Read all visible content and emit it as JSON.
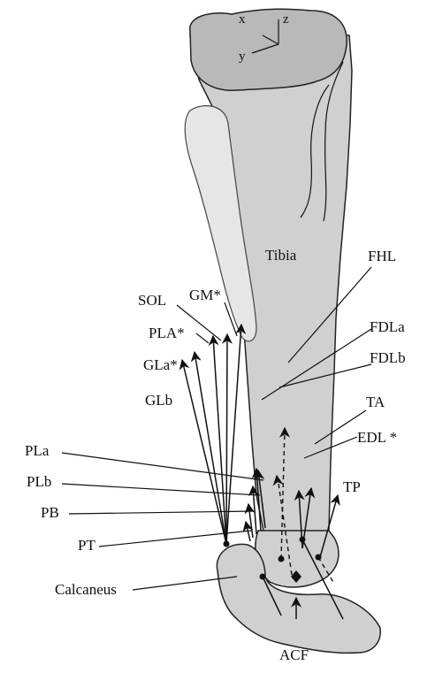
{
  "axes": {
    "x": "x",
    "y": "y",
    "z": "z"
  },
  "bones": {
    "tibia": "Tibia",
    "calcaneus": "Calcaneus"
  },
  "muscles": {
    "SOL": "SOL",
    "GM": "GM*",
    "PLA": "PLA*",
    "GLa": "GLa*",
    "GLb": "GLb",
    "PLa": "PLa",
    "PLb": "PLb",
    "PB": "PB",
    "PT": "PT",
    "FHL": "FHL",
    "FDLa": "FDLa",
    "FDLb": "FDLb",
    "TA": "TA",
    "EDL": "EDL *",
    "TP": "TP",
    "ACF": "ACF"
  },
  "colors": {
    "bone": "#d0d0d0",
    "bone_top": "#b9b9b9",
    "bone_light": "#e6e6e6",
    "ink": "#111111"
  }
}
